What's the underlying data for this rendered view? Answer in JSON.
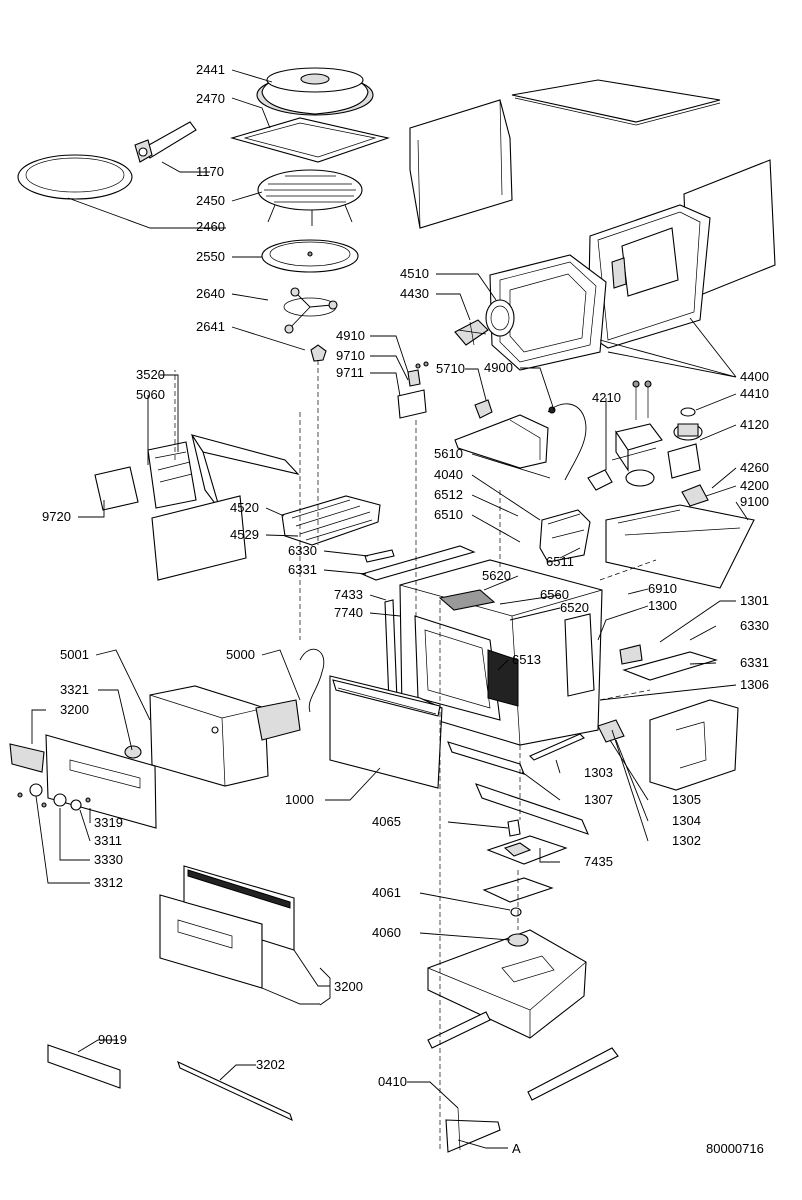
{
  "diagram_id": "80000716",
  "point_label": "A",
  "parts": [
    {
      "key": "p2441",
      "label": "2441"
    },
    {
      "key": "p2470",
      "label": "2470"
    },
    {
      "key": "p1170",
      "label": "1170"
    },
    {
      "key": "p2450",
      "label": "2450"
    },
    {
      "key": "p2460",
      "label": "2460"
    },
    {
      "key": "p2550",
      "label": "2550"
    },
    {
      "key": "p2640",
      "label": "2640"
    },
    {
      "key": "p2641",
      "label": "2641"
    },
    {
      "key": "p4510",
      "label": "4510"
    },
    {
      "key": "p4430",
      "label": "4430"
    },
    {
      "key": "p4910",
      "label": "4910"
    },
    {
      "key": "p9710",
      "label": "9710"
    },
    {
      "key": "p9711",
      "label": "9711"
    },
    {
      "key": "p3520",
      "label": "3520"
    },
    {
      "key": "p5060",
      "label": "5060"
    },
    {
      "key": "p5710",
      "label": "5710"
    },
    {
      "key": "p4900",
      "label": "4900"
    },
    {
      "key": "p4400",
      "label": "4400"
    },
    {
      "key": "p4410",
      "label": "4410"
    },
    {
      "key": "p4210",
      "label": "4210"
    },
    {
      "key": "p4120",
      "label": "4120"
    },
    {
      "key": "p5610",
      "label": "5610"
    },
    {
      "key": "p4040",
      "label": "4040"
    },
    {
      "key": "p6512",
      "label": "6512"
    },
    {
      "key": "p6510",
      "label": "6510"
    },
    {
      "key": "p4260",
      "label": "4260"
    },
    {
      "key": "p4200",
      "label": "4200"
    },
    {
      "key": "p9100",
      "label": "9100"
    },
    {
      "key": "p9720",
      "label": "9720"
    },
    {
      "key": "p4520",
      "label": "4520"
    },
    {
      "key": "p4529",
      "label": "4529"
    },
    {
      "key": "p6330a",
      "label": "6330"
    },
    {
      "key": "p6331a",
      "label": "6331"
    },
    {
      "key": "p6511",
      "label": "6511"
    },
    {
      "key": "p5620",
      "label": "5620"
    },
    {
      "key": "p6910",
      "label": "6910"
    },
    {
      "key": "p7433",
      "label": "7433"
    },
    {
      "key": "p6560",
      "label": "6560"
    },
    {
      "key": "p1300",
      "label": "1300"
    },
    {
      "key": "p1301",
      "label": "1301"
    },
    {
      "key": "p7740",
      "label": "7740"
    },
    {
      "key": "p6520",
      "label": "6520"
    },
    {
      "key": "p6330b",
      "label": "6330"
    },
    {
      "key": "p5001",
      "label": "5001"
    },
    {
      "key": "p5000",
      "label": "5000"
    },
    {
      "key": "p6513",
      "label": "6513"
    },
    {
      "key": "p6331b",
      "label": "6331"
    },
    {
      "key": "p3321",
      "label": "3321"
    },
    {
      "key": "p3200a",
      "label": "3200"
    },
    {
      "key": "p1306",
      "label": "1306"
    },
    {
      "key": "p1303",
      "label": "1303"
    },
    {
      "key": "p1000",
      "label": "1000"
    },
    {
      "key": "p1307",
      "label": "1307"
    },
    {
      "key": "p1305",
      "label": "1305"
    },
    {
      "key": "p3319",
      "label": "3319"
    },
    {
      "key": "p4065",
      "label": "4065"
    },
    {
      "key": "p1304",
      "label": "1304"
    },
    {
      "key": "p3311",
      "label": "3311"
    },
    {
      "key": "p1302",
      "label": "1302"
    },
    {
      "key": "p3330",
      "label": "3330"
    },
    {
      "key": "p7435",
      "label": "7435"
    },
    {
      "key": "p3312",
      "label": "3312"
    },
    {
      "key": "p4061",
      "label": "4061"
    },
    {
      "key": "p4060",
      "label": "4060"
    },
    {
      "key": "p3200b",
      "label": "3200"
    },
    {
      "key": "p9019",
      "label": "9019"
    },
    {
      "key": "p3202",
      "label": "3202"
    },
    {
      "key": "p0410",
      "label": "0410"
    }
  ]
}
